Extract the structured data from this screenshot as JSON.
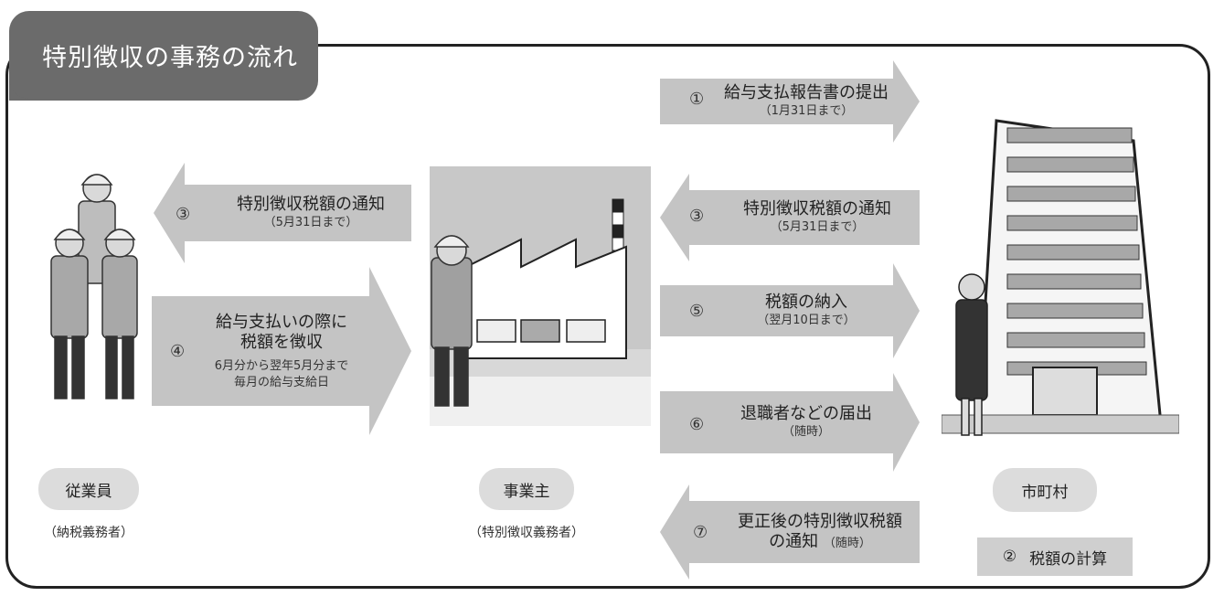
{
  "title": "特別徴収の事務の流れ",
  "actors": {
    "employee": {
      "label": "従業員",
      "role": "（納税義務者）"
    },
    "employer": {
      "label": "事業主",
      "role": "（特別徴収義務者）"
    },
    "municipality": {
      "label": "市町村"
    }
  },
  "calc": {
    "num": "②",
    "text": "税額の計算"
  },
  "arrows": {
    "a1": {
      "num": "①",
      "main": "給与支払報告書の提出",
      "sub": "（1月31日まで）"
    },
    "a3r": {
      "num": "③",
      "main": "特別徴収税額の通知",
      "sub": "（5月31日まで）"
    },
    "a3l": {
      "num": "③",
      "main": "特別徴収税額の通知",
      "sub": "（5月31日まで）"
    },
    "a4": {
      "num": "④",
      "main1": "給与支払いの際に",
      "main2": "税額を徴収",
      "sub1": "6月分から翌年5月分まで",
      "sub2": "毎月の給与支給日"
    },
    "a5": {
      "num": "⑤",
      "main": "税額の納入",
      "sub": "（翌月10日まで）"
    },
    "a6": {
      "num": "⑥",
      "main": "退職者などの届出",
      "sub": "（随時）"
    },
    "a7": {
      "num": "⑦",
      "main1": "更正後の特別徴収税額",
      "main2": "の通知",
      "sub": "（随時）"
    }
  },
  "colors": {
    "arrow": "#c4c4c4",
    "tab": "#6b6b6b",
    "pill": "#dcdcdc"
  }
}
